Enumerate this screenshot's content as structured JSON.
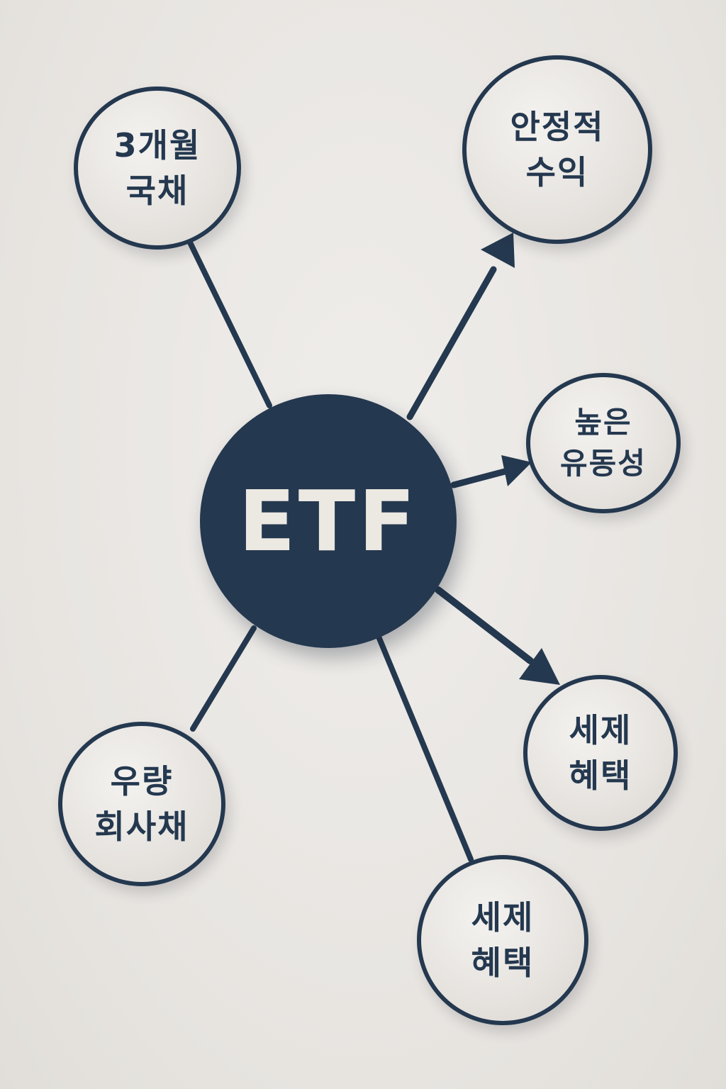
{
  "hub": {
    "label": "ETF"
  },
  "colors": {
    "navy": "#24384f",
    "background": "#e9e6e2",
    "leaf_fill": "#eceae6",
    "hub_text": "#ece8e2"
  },
  "nodes": {
    "treasury": {
      "line1": "3개월",
      "line2": "국채"
    },
    "stable_return": {
      "line1": "안정적",
      "line2": "수익"
    },
    "liquidity": {
      "line1": "높은",
      "line2": "유동성"
    },
    "tax_benefit_right": {
      "line1": "세제",
      "line2": "혜택"
    },
    "corporate_bond": {
      "line1": "우량",
      "line2": "회사채"
    },
    "tax_benefit_bottom": {
      "line1": "세제",
      "line2": "혜택"
    }
  }
}
